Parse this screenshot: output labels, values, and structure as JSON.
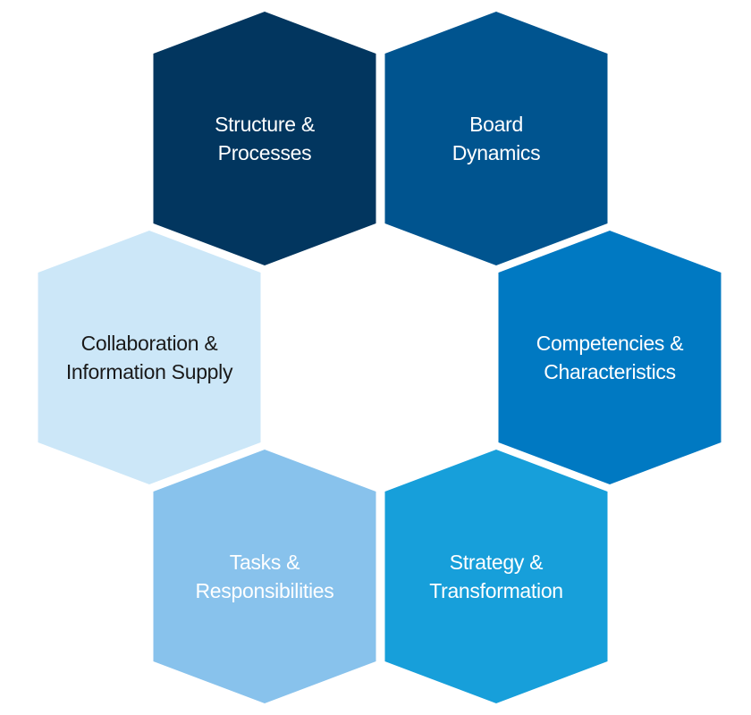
{
  "hexagons": [
    {
      "id": "structure",
      "line1": "Structure &",
      "line2": "Processes",
      "color": "#02365f",
      "text_color": "#ffffff"
    },
    {
      "id": "board",
      "line1": "Board",
      "line2": "Dynamics",
      "color": "#00548f",
      "text_color": "#ffffff"
    },
    {
      "id": "collaboration",
      "line1": "Collaboration &",
      "line2": "Information Supply",
      "color": "#cce7f8",
      "text_color": "#1a1a1a"
    },
    {
      "id": "competencies",
      "line1": "Competencies &",
      "line2": "Characteristics",
      "color": "#0079c2",
      "text_color": "#ffffff"
    },
    {
      "id": "tasks",
      "line1": "Tasks &",
      "line2": "Responsibilities",
      "color": "#88c2ec",
      "text_color": "#ffffff"
    },
    {
      "id": "strategy",
      "line1": "Strategy &",
      "line2": "Transformation",
      "color": "#179fda",
      "text_color": "#ffffff"
    }
  ]
}
